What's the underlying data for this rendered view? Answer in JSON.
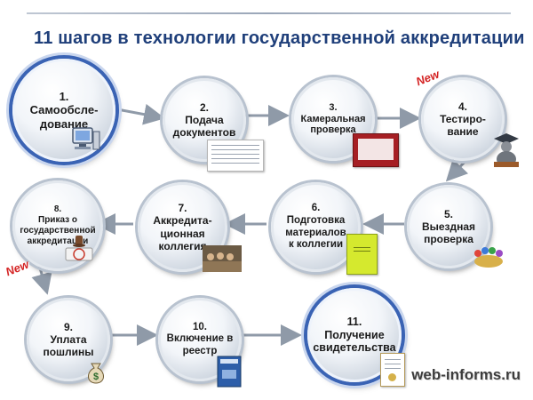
{
  "header": {
    "title": "11 шагов в технологии государственной аккредитации"
  },
  "colors": {
    "title": "#1f3f7a",
    "arrow": "#8f9aa8",
    "new_badge": "#d42424",
    "big_circle_ring": "#3a63b4"
  },
  "badges": {
    "new_1": "New",
    "new_2": "New"
  },
  "steps": [
    {
      "label": "1.\nСамообсле-\nдование",
      "icon": "computer-icon"
    },
    {
      "label": "2.\nПодача\nдокументов",
      "icon": "document-form-icon"
    },
    {
      "label": "3.\nКамеральная\nпроверка",
      "icon": "red-report-icon"
    },
    {
      "label": "4.\nТестиро-\nвание",
      "icon": "student-with-books-icon"
    },
    {
      "label": "5.\nВыездная\nпроверка",
      "icon": "people-meeting-icon"
    },
    {
      "label": "6.\nПодготовка\nматериалов\nк коллегии",
      "icon": "green-folder-icon"
    },
    {
      "label": "7.\nАккредита-\nционная\nколлегия",
      "icon": "meeting-photo-icon"
    },
    {
      "label": "8.\nПриказ о\nгосударственной\nаккредитации",
      "icon": "stamp-order-icon"
    },
    {
      "label": "9.\nУплата\nпошлины",
      "icon": "money-bag-icon"
    },
    {
      "label": "10.\nВключение в\nреестр",
      "icon": "registry-book-icon"
    },
    {
      "label": "11.\nПолучение\nсвидетельства",
      "icon": "certificate-icon"
    }
  ],
  "watermark": "web-informs.ru"
}
